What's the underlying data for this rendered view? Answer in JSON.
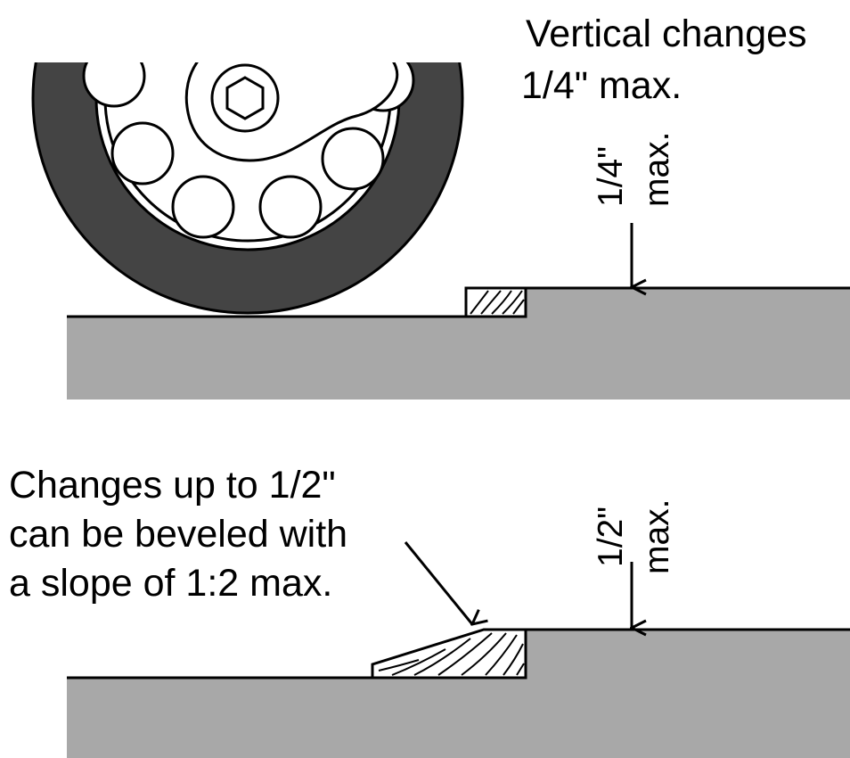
{
  "top_panel": {
    "caption_lines": [
      "Vertical changes",
      "1/4\" max."
    ],
    "dimension_value": "1/4\"",
    "dimension_unit": "max."
  },
  "bottom_panel": {
    "caption_lines": [
      "Changes up to 1/2\"",
      "can be beveled with",
      "a slope of 1:2 max."
    ],
    "dimension_value": "1/2\"",
    "dimension_unit": "max."
  },
  "colors": {
    "ground": "#a8a8a8",
    "tire": "#444444",
    "outline": "#000000",
    "background": "#ffffff"
  }
}
